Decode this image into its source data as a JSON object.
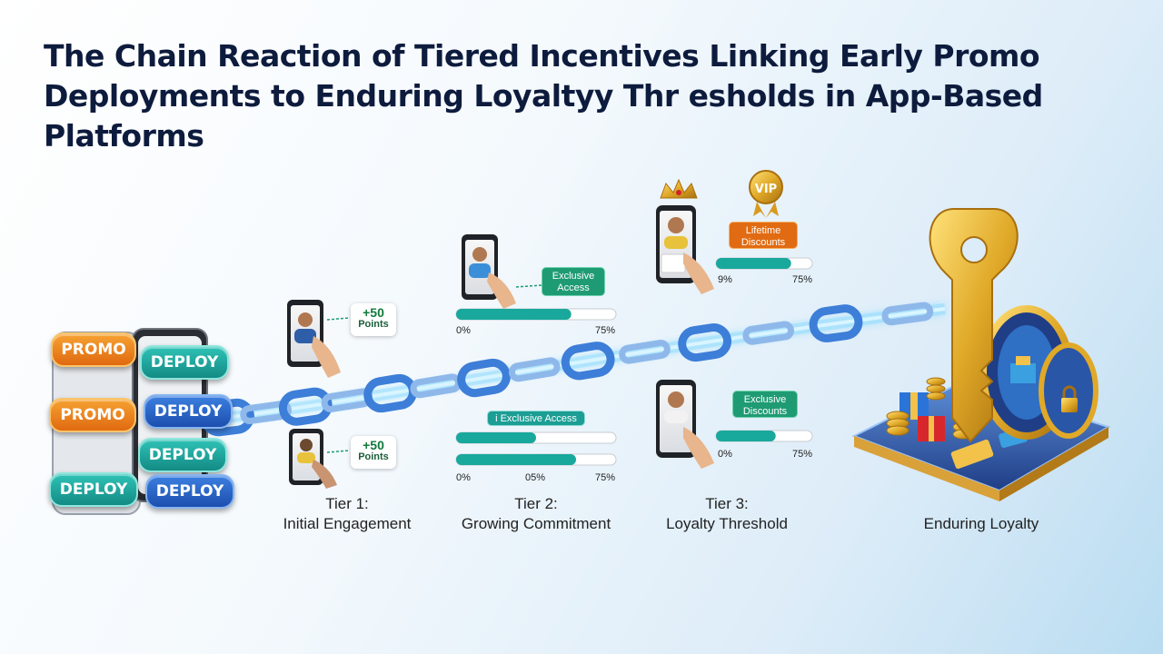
{
  "title": {
    "line1": "The Chain Reaction of Tiered Incentives Linking Early Promo",
    "line2": "Deployments to Enduring Loyaltyy Thr esholds in App-Based",
    "line3": "Platforms"
  },
  "buttons": {
    "promo1": "PROMO",
    "promo2": "PROMO",
    "deploy1": "DEPLOY",
    "deploy2": "DEPLOY",
    "deploy3": "DEPLOY",
    "deploy4": "DEPLOY",
    "deploy5": "DEPLOY"
  },
  "tier1": {
    "label_line1": "Tier 1:",
    "label_line2": "Initial Engagement",
    "points_a_value": "+50",
    "points_a_unit": "Points",
    "points_b_value": "+50",
    "points_b_unit": "Points"
  },
  "tier2": {
    "label_line1": "Tier 2:",
    "label_line2": "Growing Commitment",
    "badge_top": "Exclusive Access",
    "badge_mid": "i Exclusive Access",
    "bar_top": {
      "start": "0%",
      "end": "75%",
      "progress": 0.72
    },
    "bar_mid": {
      "progress": 0.5
    },
    "bar_low": {
      "start": "0%",
      "mid": "05%",
      "end": "75%",
      "progress": 0.75
    }
  },
  "tier3": {
    "label_line1": "Tier 3:",
    "label_line2": "Loyalty Threshold",
    "crown_badge": "VIP",
    "badge_top": "Lifetime Discounts",
    "badge_low": "Exclusive Discounts",
    "bar_top": {
      "start": "9%",
      "end": "75%",
      "progress": 0.78
    },
    "bar_low": {
      "start": "0%",
      "end": "75%",
      "progress": 0.62
    }
  },
  "final": {
    "label": "Enduring Loyalty"
  },
  "colors": {
    "title": "#0d1b3d",
    "progress_fill": "#19a89c",
    "chain": "#3d7ed8",
    "key_gold": "#e0a928",
    "orange": "#e57117",
    "teal": "#1ea99f",
    "blue": "#2a63c8"
  }
}
